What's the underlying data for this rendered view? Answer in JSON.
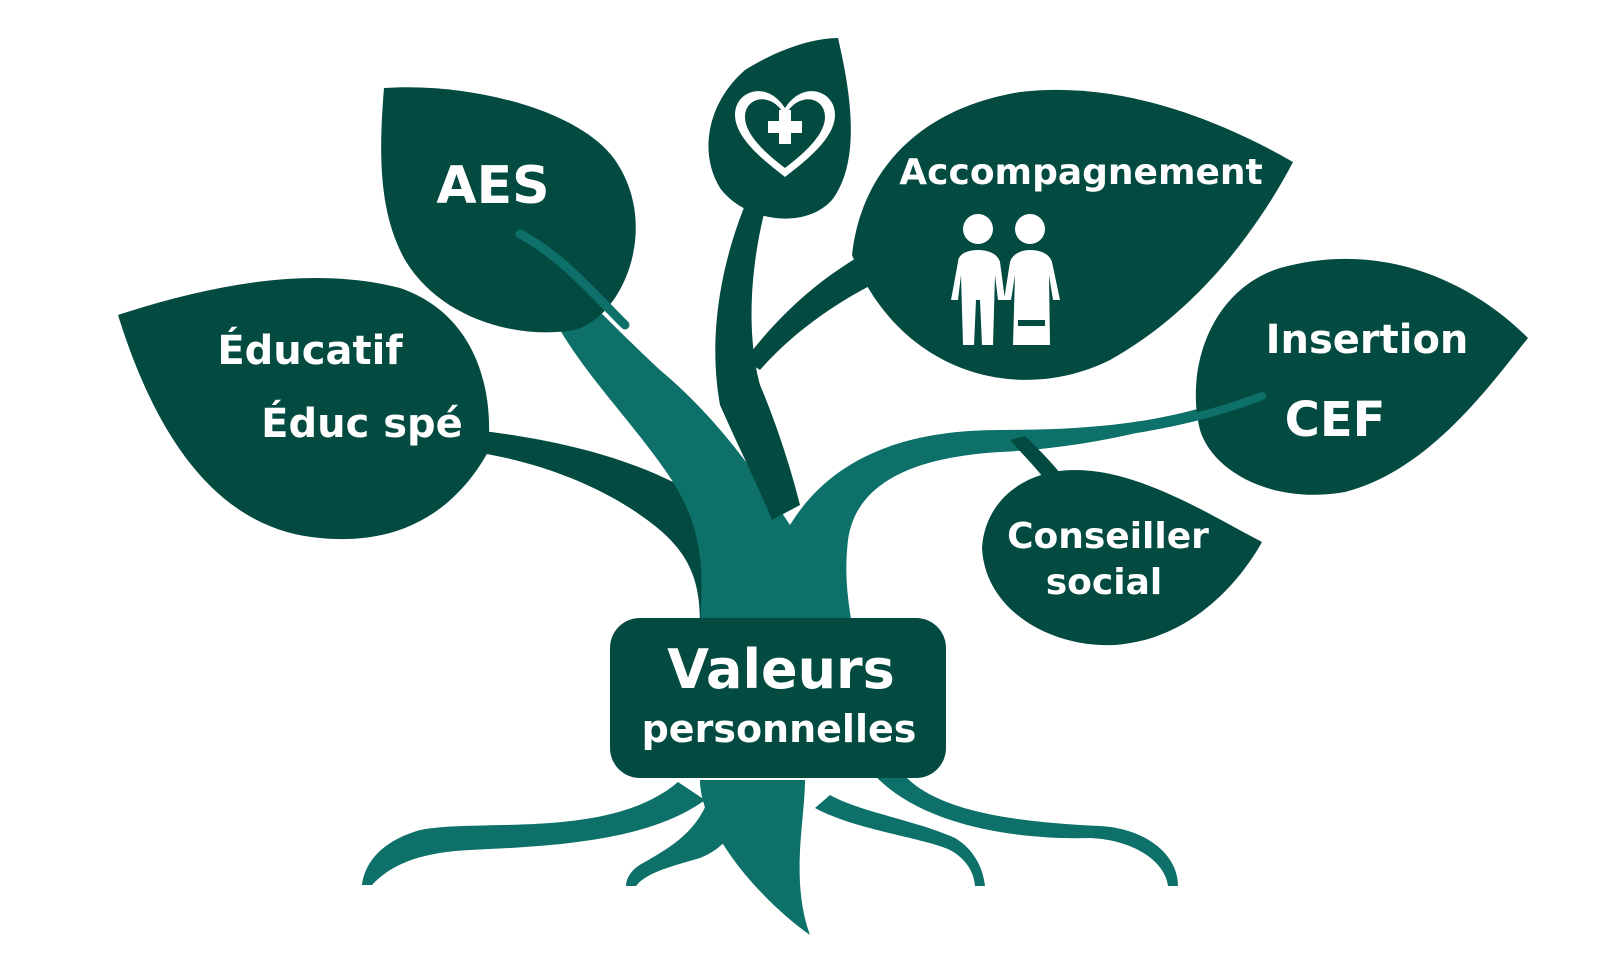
{
  "colors": {
    "leaf": "#034a41",
    "trunk": "#0d716a",
    "text": "#ffffff",
    "background": "#ffffff"
  },
  "icons": {
    "health": "heart-with-cross-icon",
    "people": "two-people-icon"
  },
  "center": {
    "line1": "Valeurs",
    "line2": "personnelles"
  },
  "leaves": {
    "aes": "AES",
    "educatif": "Éducatif",
    "educ_spe": "Éduc spé",
    "accompagnement": "Accompagnement",
    "insertion": "Insertion",
    "cef": "CEF",
    "conseiller_line1": "Conseiller",
    "conseiller_line2": "social"
  }
}
